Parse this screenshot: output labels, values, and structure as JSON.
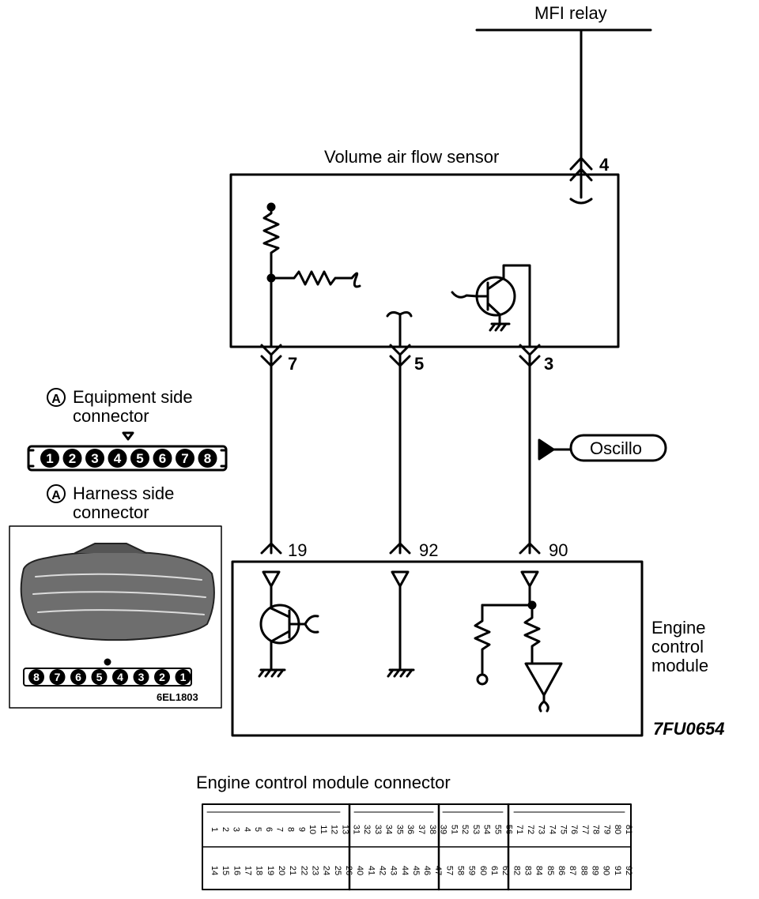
{
  "labels": {
    "relay": "MFI relay",
    "sensor": "Volume air flow sensor",
    "ecm_line1": "Engine",
    "ecm_line2": "control",
    "ecm_line3": "module",
    "oscillo": "Oscillo",
    "equipment_line1": "Equipment side",
    "equipment_line2": "connector",
    "harness_line1": "Harness side",
    "harness_line2": "connector",
    "connector_letter": "A",
    "figure_code": "7FU0654",
    "photo_code": "6EL1803",
    "ecm_connector_title": "Engine control module connector"
  },
  "pins": {
    "sensor": [
      "4",
      "7",
      "5",
      "3"
    ],
    "ecm": [
      "19",
      "92",
      "90"
    ]
  },
  "equipment_pins": [
    "1",
    "2",
    "3",
    "4",
    "5",
    "6",
    "7",
    "8"
  ],
  "harness_pins": [
    "8",
    "7",
    "6",
    "5",
    "4",
    "3",
    "2",
    "1"
  ],
  "ecm_connector": {
    "top_row": [
      "1",
      "2",
      "3",
      "4",
      "5",
      "6",
      "7",
      "8",
      "9",
      "10",
      "11",
      "12",
      "13",
      "31",
      "32",
      "33",
      "34",
      "35",
      "36",
      "37",
      "38",
      "39",
      "51",
      "52",
      "53",
      "54",
      "55",
      "56",
      "71",
      "72",
      "73",
      "74",
      "75",
      "76",
      "77",
      "78",
      "79",
      "80",
      "81"
    ],
    "bottom_row": [
      "14",
      "15",
      "16",
      "17",
      "18",
      "19",
      "20",
      "21",
      "22",
      "23",
      "24",
      "25",
      "26",
      "40",
      "41",
      "42",
      "43",
      "44",
      "45",
      "46",
      "47",
      "57",
      "58",
      "59",
      "60",
      "61",
      "62",
      "82",
      "83",
      "84",
      "85",
      "86",
      "87",
      "88",
      "89",
      "90",
      "91",
      "92"
    ]
  }
}
